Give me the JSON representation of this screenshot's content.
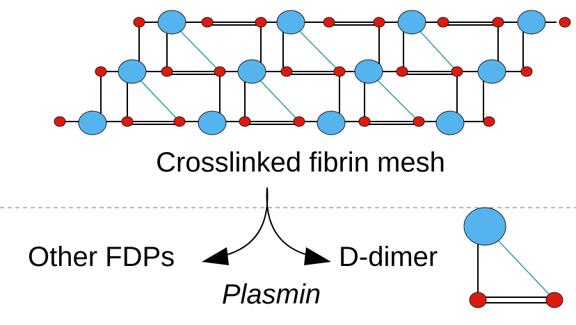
{
  "diagram": {
    "mesh_label": "Crosslinked fibrin mesh",
    "left_product_label": "Other FDPs",
    "right_product_label": "D-dimer",
    "enzyme_label": "Plasmin",
    "colors": {
      "d_domain": "#55b4ee",
      "e_domain": "#dd1a10",
      "node_outline": "#1a1a1a",
      "link": "#000000",
      "crosslink": "#2a9a9a",
      "divider": "#8a8a8a"
    }
  }
}
